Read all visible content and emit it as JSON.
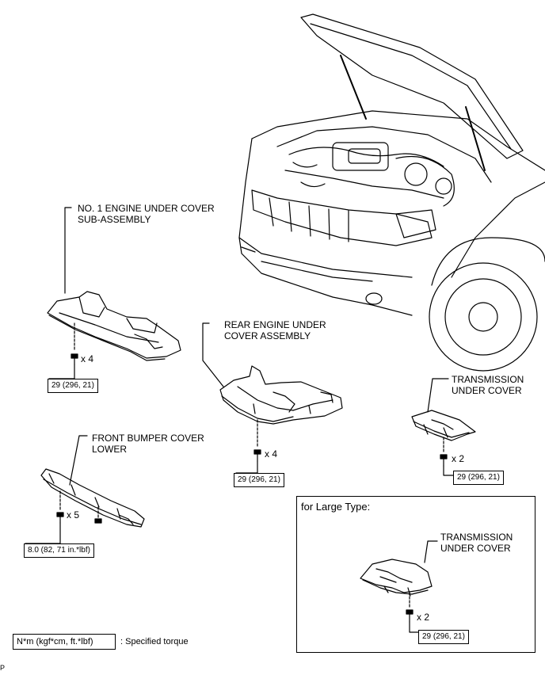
{
  "parts": {
    "engine_cover": {
      "label_line1": "NO. 1 ENGINE UNDER COVER",
      "label_line2": "SUB-ASSEMBLY",
      "qty": "x 4",
      "torque": "29 (296, 21)"
    },
    "rear_cover": {
      "label_line1": "REAR ENGINE UNDER",
      "label_line2": "COVER ASSEMBLY",
      "qty": "x 4",
      "torque": "29 (296, 21)"
    },
    "transmission_cover": {
      "label_line1": "TRANSMISSION",
      "label_line2": "UNDER COVER",
      "qty": "x 2",
      "torque": "29 (296, 21)"
    },
    "bumper_cover": {
      "label_line1": "FRONT BUMPER COVER",
      "label_line2": "LOWER",
      "qty": "x 5",
      "torque": "8.0 (82, 71 in.*lbf)"
    }
  },
  "large_type": {
    "title": "for Large Type:",
    "label_line1": "TRANSMISSION",
    "label_line2": "UNDER COVER",
    "qty": "x 2",
    "torque": "29 (296, 21)"
  },
  "legend": {
    "unit": "N*m (kgf*cm, ft.*lbf)",
    "meaning": ": Specified torque"
  },
  "figure_code": "P"
}
